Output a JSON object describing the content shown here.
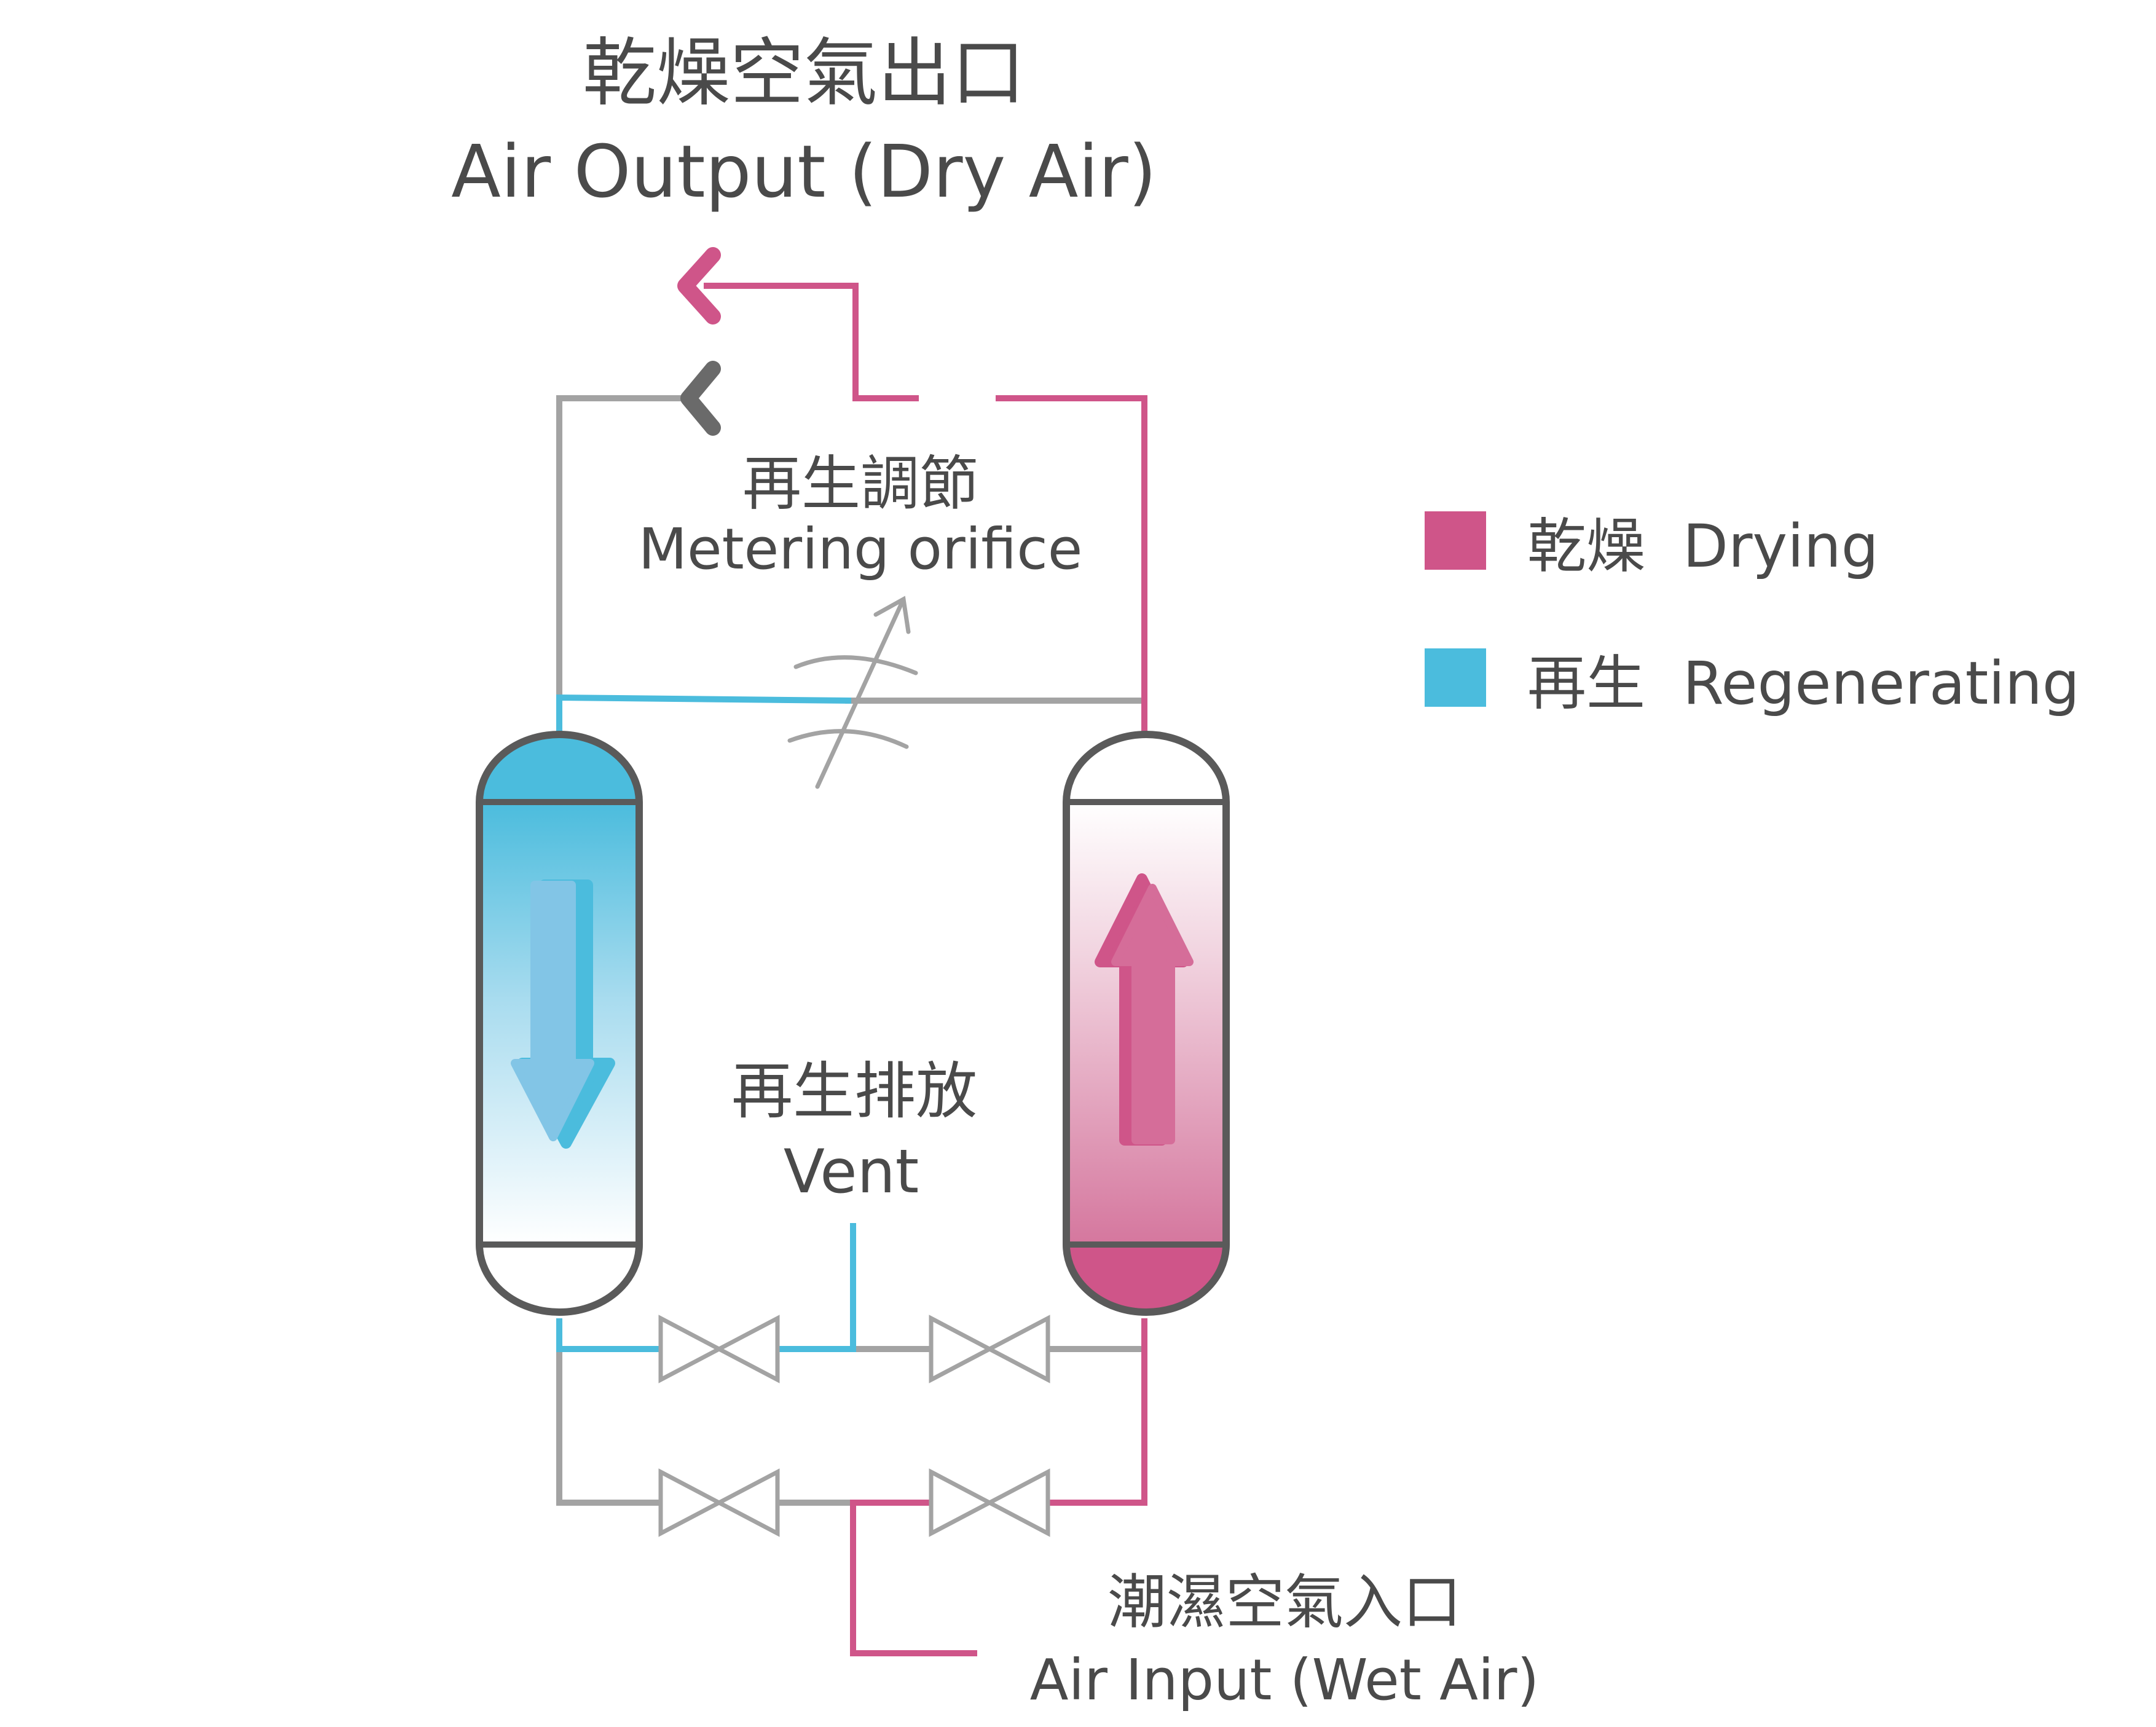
{
  "colors": {
    "drying": "#cf5589",
    "regenerating": "#4bbcdd",
    "pipe_gray": "#a3a3a3",
    "vessel_outline": "#5a5a5a",
    "text": "#4a4a4a"
  },
  "labels": {
    "output_zh": "乾燥空氣出口",
    "output_en": "Air Output (Dry Air)",
    "metering_zh": "再生調節",
    "metering_en": "Metering orifice",
    "vent_zh": "再生排放",
    "vent_en": "Vent",
    "input_zh": "潮濕空氣入口",
    "input_en": "Air Input (Wet Air)"
  },
  "legend": {
    "items": [
      {
        "label": "乾燥  Drying",
        "color": "#cf5589"
      },
      {
        "label": "再生  Regenerating",
        "color": "#4bbcdd"
      }
    ]
  }
}
